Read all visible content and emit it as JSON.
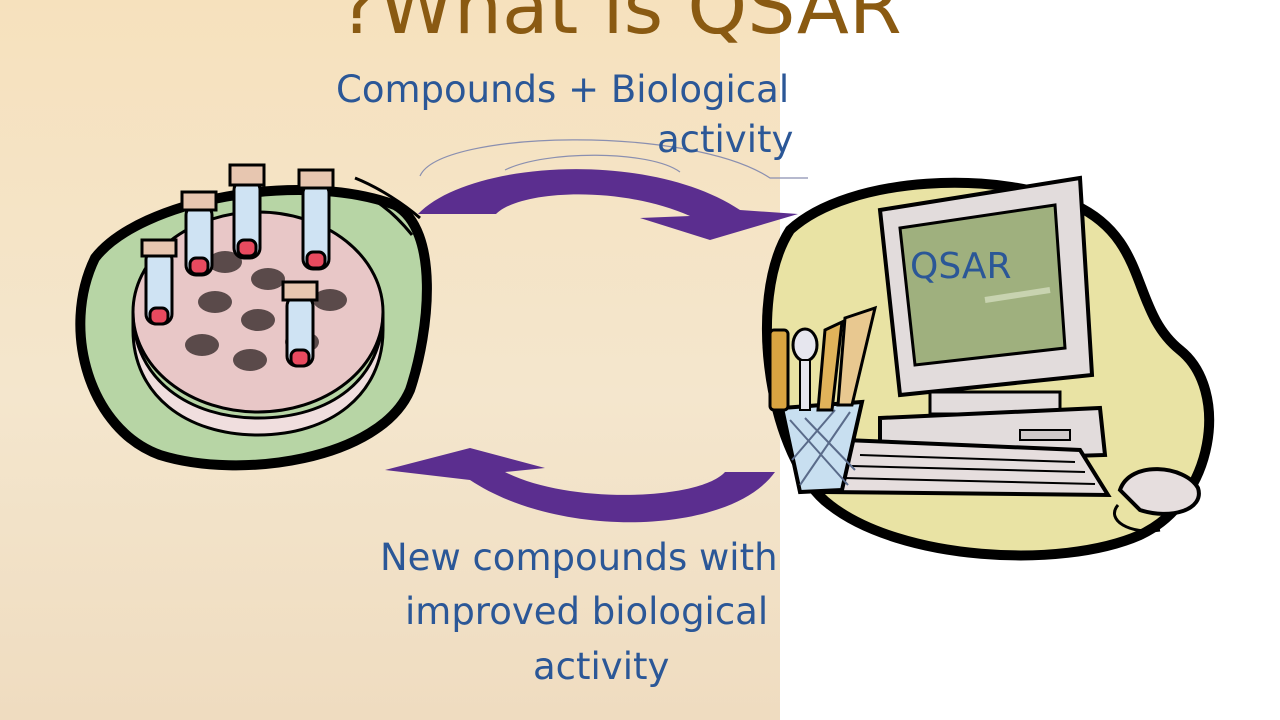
{
  "slide": {
    "title": "?What is QSAR",
    "top_label": {
      "line1": "Compounds +  Biological",
      "line2": "activity"
    },
    "bottom_label": {
      "line1": "New    compounds with",
      "line2": "improved biological",
      "line3": "activity"
    },
    "screen_label": "QSAR"
  },
  "colors": {
    "arrow": "#5b2e8f",
    "text": "#2b5797",
    "title": "#8a5a12",
    "petri_bg": "#b7d5a5",
    "computer_bg": "#e9e3a4"
  }
}
